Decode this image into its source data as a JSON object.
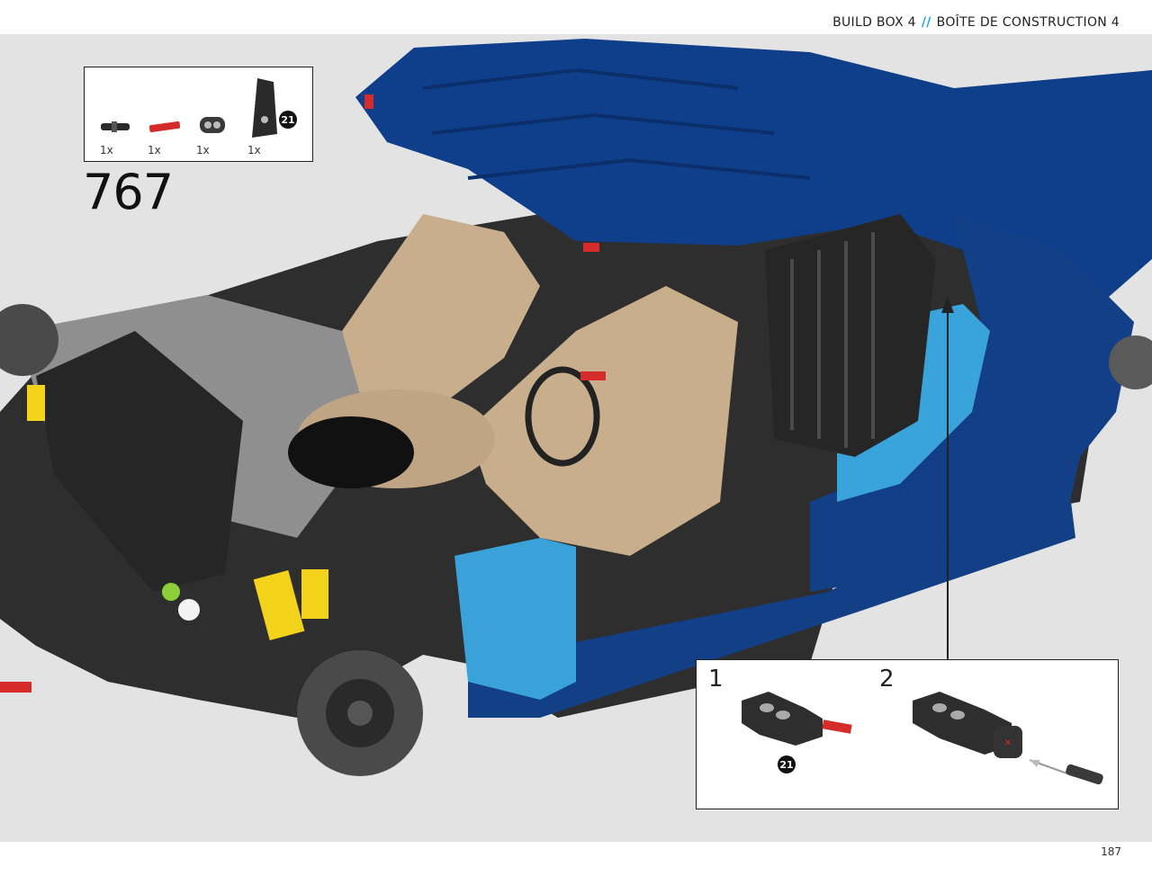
{
  "header": {
    "left": "BUILD BOX 4",
    "separator": "//",
    "right": "BOÎTE DE CONSTRUCTION 4"
  },
  "parts": [
    {
      "name": "axle-pin-black",
      "qty": "1x"
    },
    {
      "name": "axle-red",
      "qty": "1x"
    },
    {
      "name": "beam-connector-dark",
      "qty": "1x"
    },
    {
      "name": "panel-dark",
      "qty": "1x",
      "badge": "21"
    }
  ],
  "step": "767",
  "substeps": [
    {
      "label": "1",
      "badge": "21"
    },
    {
      "label": "2"
    }
  ],
  "page_number": "187",
  "colors": {
    "blue": "#0f3f8a",
    "tan": "#c8ae8c",
    "light_blue": "#39a3da",
    "dark": "#2b2b2b",
    "grey": "#9a9a9a",
    "accent": "#1ea6e8"
  }
}
